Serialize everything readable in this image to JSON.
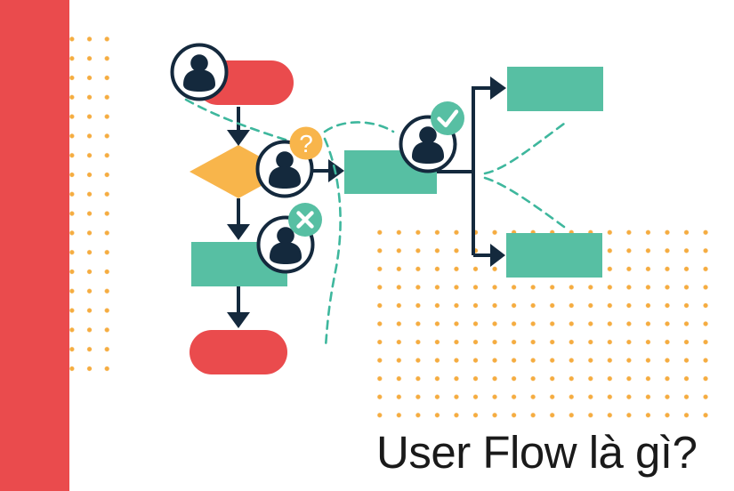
{
  "title": {
    "text": "User Flow là gì?"
  },
  "colors": {
    "bg": "#FFFFFF",
    "red": "#EA4B4D",
    "yellow": "#F8B54B",
    "teal": "#57BFA3",
    "navy": "#14293D",
    "dot": "#F5AC40",
    "dash": "#3EB79D",
    "text": "#1A1A1A"
  },
  "badges": {
    "question": "?",
    "success": "✓",
    "fail": "✕"
  },
  "diagram": {
    "type": "flowchart-illustration",
    "nodes": [
      {
        "id": "start",
        "shape": "pill",
        "color": "red"
      },
      {
        "id": "decision",
        "shape": "diamond",
        "color": "yellow"
      },
      {
        "id": "process-left",
        "shape": "rectangle",
        "color": "teal"
      },
      {
        "id": "end-left",
        "shape": "pill",
        "color": "red"
      },
      {
        "id": "process-middle",
        "shape": "rectangle",
        "color": "teal"
      },
      {
        "id": "outcome-top-right",
        "shape": "rectangle",
        "color": "teal"
      },
      {
        "id": "outcome-bottom-right",
        "shape": "rectangle",
        "color": "teal"
      }
    ],
    "avatars": [
      {
        "id": "user-start",
        "badge": null
      },
      {
        "id": "user-question",
        "badge": "question"
      },
      {
        "id": "user-fail",
        "badge": "fail"
      },
      {
        "id": "user-success",
        "badge": "success"
      }
    ],
    "edges": [
      "start→decision",
      "decision→process-left",
      "process-left→end-left",
      "decision→process-middle",
      "process-middle→outcome-top-right",
      "process-middle→outcome-bottom-right"
    ]
  }
}
